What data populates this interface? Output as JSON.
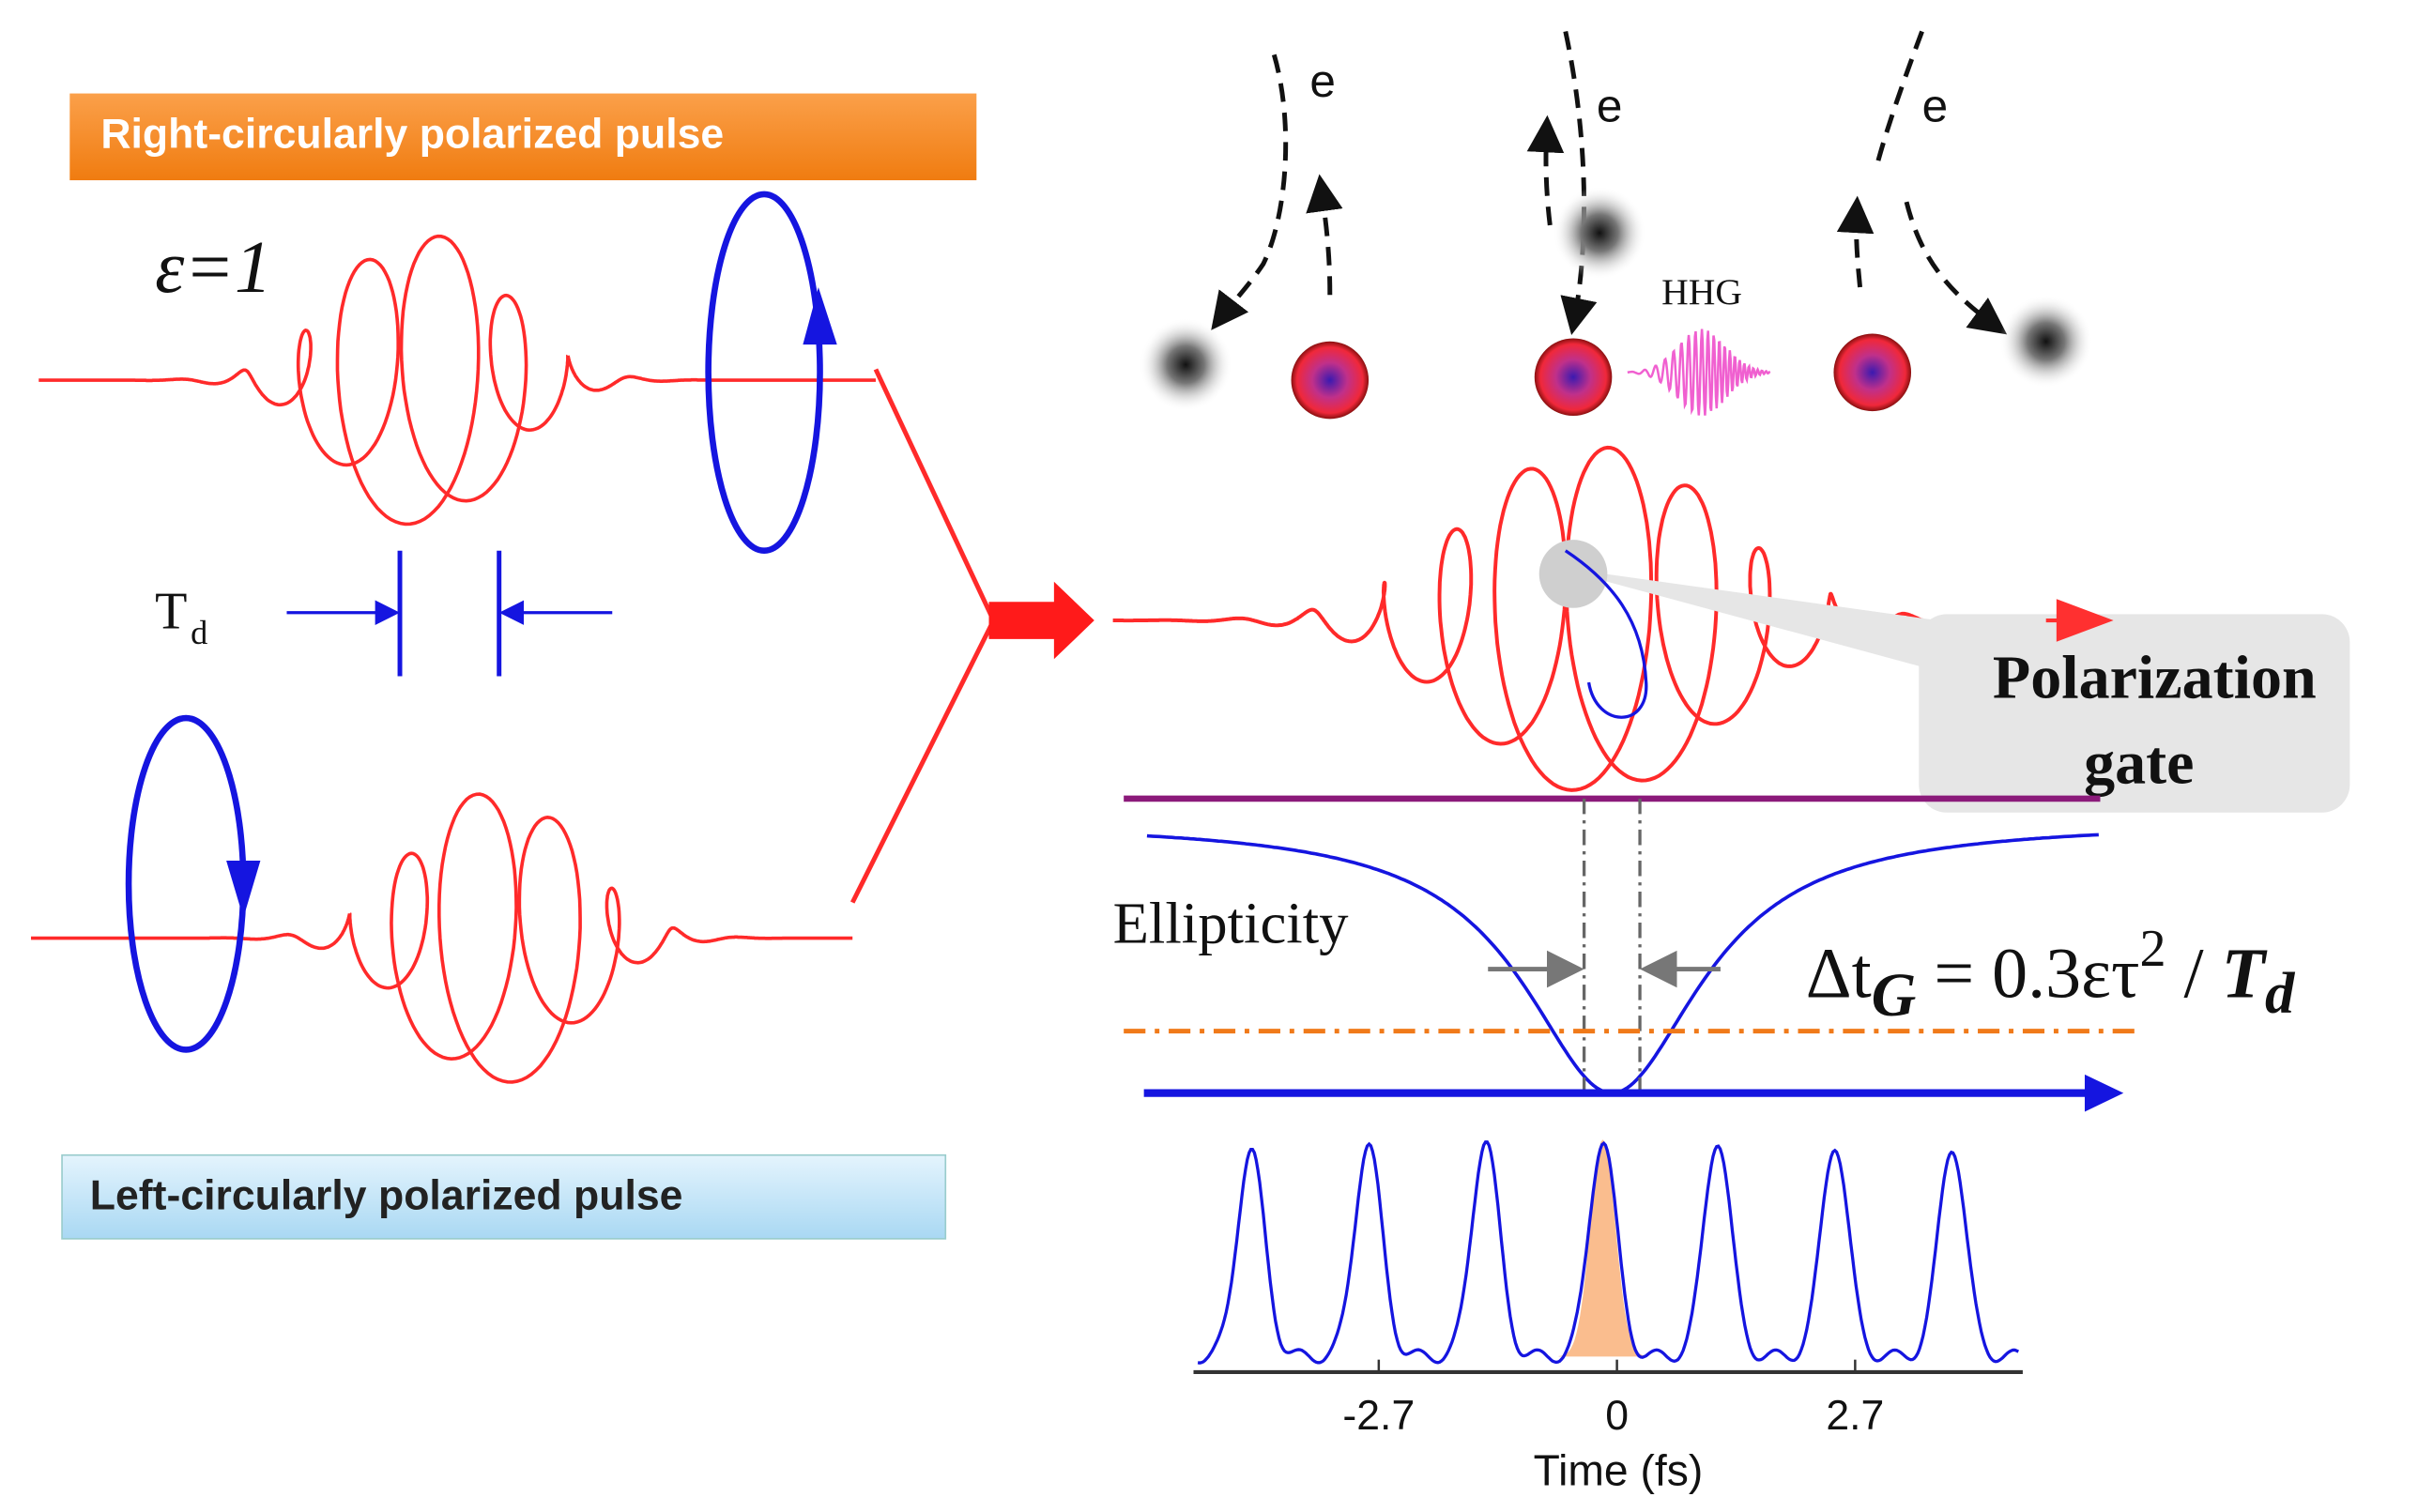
{
  "labels": {
    "right_pulse": "Right-circularly polarized pulse",
    "left_pulse": "Left-circularly polarized pulse",
    "epsilon": "ε=1",
    "td_main": "T",
    "td_sub": "d",
    "electron": "e",
    "hhg": "HHG",
    "gate_line1": "Polarization",
    "gate_line2": "gate",
    "ellipticity": "Ellipticity"
  },
  "formula": {
    "delta_t": "Δt",
    "sub_g": "G",
    "equals": " = 0.3ετ",
    "sup_2": "2",
    "slash": " / ",
    "t": "T",
    "sub_d": "d"
  },
  "colors": {
    "pulse": "#ff2a2a",
    "polarization": "#1515e0",
    "right_banner": "#f7861c",
    "left_banner": "#bfe3f7",
    "gate_box": "#e6e6e6",
    "purple_line": "#8b1a7a",
    "threshold": "#f07a1a",
    "highlight_fill": "#f9b27a"
  },
  "chart_data": {
    "type": "line",
    "xlabel": "Time (fs)",
    "ylabel": "",
    "xlim": [
      -4.8,
      4.6
    ],
    "x_ticks": [
      -2.7,
      0,
      2.7
    ],
    "x_tick_labels": [
      "-2.7",
      "0",
      "2.7"
    ],
    "series": [
      {
        "peak_times": [
          -4.15,
          -2.82,
          -1.49,
          -0.16,
          1.14,
          2.47,
          3.8
        ],
        "relative_amplitude": [
          0.95,
          0.98,
          1.0,
          1.0,
          1.0,
          0.98,
          0.97
        ]
      }
    ],
    "highlighted_peak_time": -0.16,
    "grid": false
  }
}
